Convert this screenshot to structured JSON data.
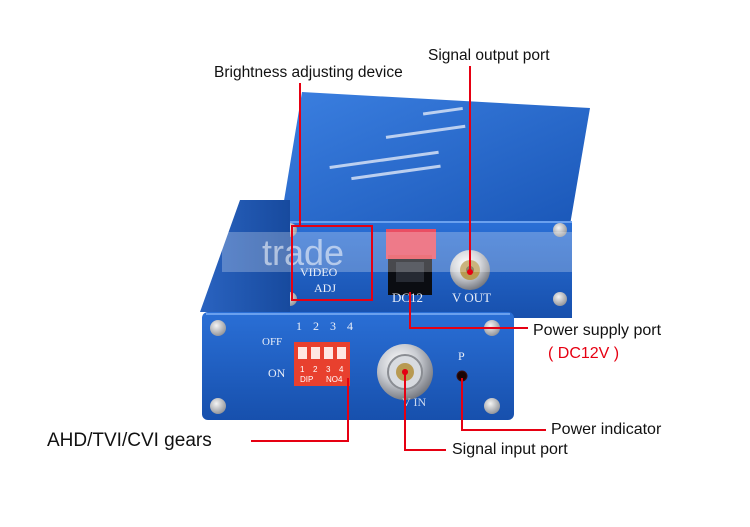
{
  "labels": {
    "brightness": "Brightness adjusting device",
    "signal_output": "Signal output port",
    "power_supply": "Power supply port",
    "dc12v": "( DC12V )",
    "power_indicator": "Power indicator",
    "signal_input": "Signal input port",
    "gears": "AHD/TVI/CVI gears"
  },
  "device_markings": {
    "video": "VIDEO",
    "adj": "ADJ",
    "dc12": "DC12",
    "vout": "V OUT",
    "vin": "V IN",
    "off": "OFF",
    "on": "ON",
    "p": "P",
    "dip_nums": [
      "1",
      "2",
      "3",
      "4"
    ],
    "dip_label": "DIP",
    "dip_no": "NO4"
  },
  "watermark": "trade",
  "colors": {
    "device_blue": "#1f63c6",
    "device_dark": "#16489a",
    "callout_red": "#e60012",
    "switch_red": "#e8402e"
  }
}
